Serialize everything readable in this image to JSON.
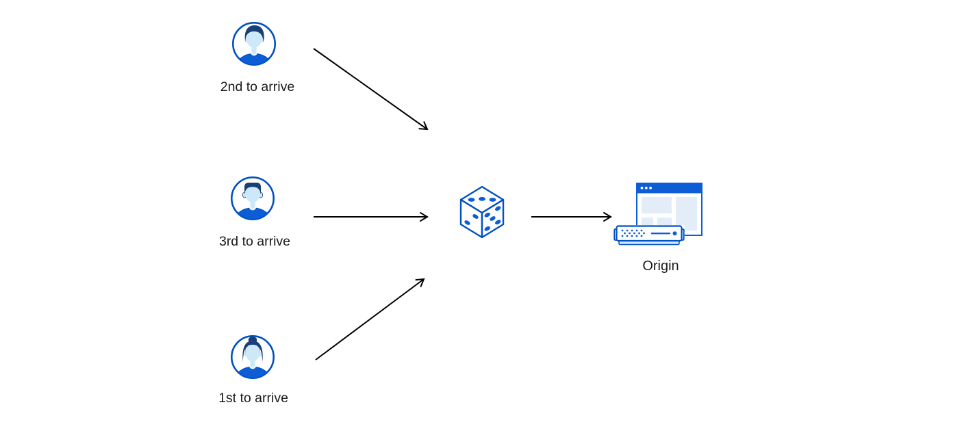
{
  "diagram": {
    "description": "Three clients arriving in different order send requests through a randomizer (dice) to an origin server",
    "nodes": {
      "user_second": {
        "label": "2nd to arrive",
        "icon": "avatar-man-swept-hair-icon"
      },
      "user_third": {
        "label": "3rd to arrive",
        "icon": "avatar-man-flattop-hair-icon"
      },
      "user_first": {
        "label": "1st to arrive",
        "icon": "avatar-woman-bun-hair-icon"
      },
      "randomizer": {
        "label": "",
        "icon": "dice-icon"
      },
      "origin": {
        "label": "Origin",
        "icon": "origin-browser-and-server-icon"
      }
    },
    "edges": [
      {
        "from": "user_second",
        "to": "randomizer"
      },
      {
        "from": "user_third",
        "to": "randomizer"
      },
      {
        "from": "user_first",
        "to": "randomizer"
      },
      {
        "from": "randomizer",
        "to": "origin"
      }
    ],
    "colors": {
      "outline_blue": "#0051c3",
      "fill_blue": "#0d5dd6",
      "light_blue": "#cde8f8",
      "pale_blue": "#e2edf7",
      "hair_navy": "#183f76",
      "arrow_black": "#000000",
      "label_text": "#1a1a1a",
      "background": "#ffffff"
    }
  }
}
